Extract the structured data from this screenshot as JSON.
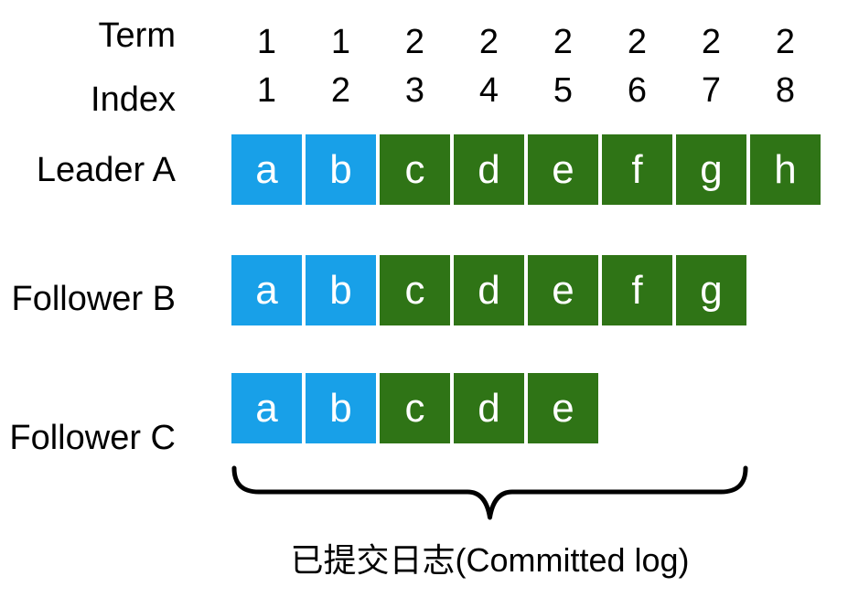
{
  "header": {
    "term_label": "Term",
    "index_label": "Index",
    "terms": [
      "1",
      "1",
      "2",
      "2",
      "2",
      "2",
      "2",
      "2"
    ],
    "indexes": [
      "1",
      "2",
      "3",
      "4",
      "5",
      "6",
      "7",
      "8"
    ]
  },
  "nodes": [
    {
      "label": "Leader A",
      "entries": [
        {
          "letter": "a",
          "term": 1
        },
        {
          "letter": "b",
          "term": 1
        },
        {
          "letter": "c",
          "term": 2
        },
        {
          "letter": "d",
          "term": 2
        },
        {
          "letter": "e",
          "term": 2
        },
        {
          "letter": "f",
          "term": 2
        },
        {
          "letter": "g",
          "term": 2
        },
        {
          "letter": "h",
          "term": 2
        }
      ]
    },
    {
      "label": "Follower B",
      "entries": [
        {
          "letter": "a",
          "term": 1
        },
        {
          "letter": "b",
          "term": 1
        },
        {
          "letter": "c",
          "term": 2
        },
        {
          "letter": "d",
          "term": 2
        },
        {
          "letter": "e",
          "term": 2
        },
        {
          "letter": "f",
          "term": 2
        },
        {
          "letter": "g",
          "term": 2
        }
      ]
    },
    {
      "label": "Follower C",
      "entries": [
        {
          "letter": "a",
          "term": 1
        },
        {
          "letter": "b",
          "term": 1
        },
        {
          "letter": "c",
          "term": 2
        },
        {
          "letter": "d",
          "term": 2
        },
        {
          "letter": "e",
          "term": 2
        }
      ]
    }
  ],
  "colors": {
    "term1_blue": "#18A0E8",
    "term2_green": "#2F7416",
    "entry_text": "#FFFFFF",
    "brace_stroke": "#000000"
  },
  "committed": {
    "caption": "已提交日志(Committed log)",
    "from_index": 1,
    "to_index": 7
  }
}
